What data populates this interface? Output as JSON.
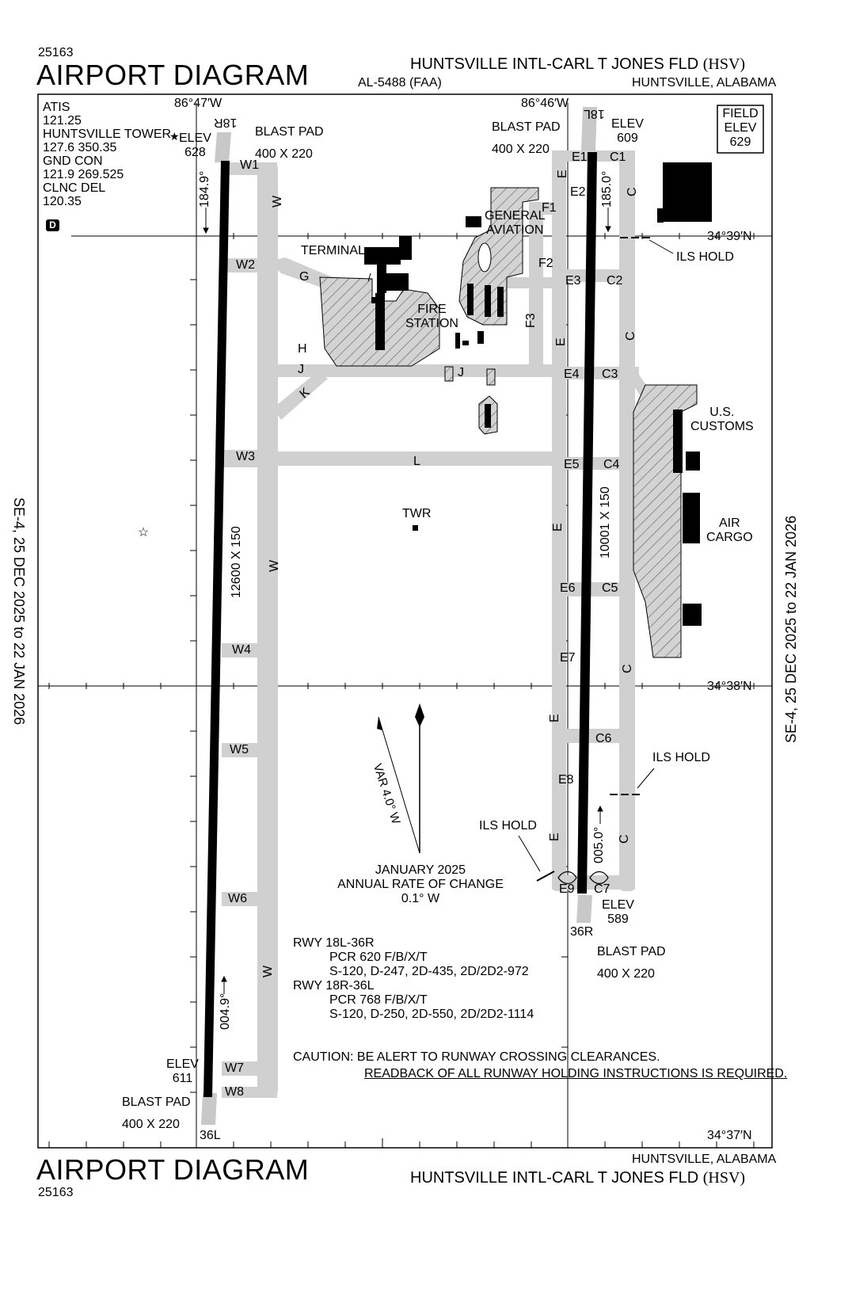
{
  "header": {
    "code_top": "25163",
    "title_top": "AIRPORT DIAGRAM",
    "airport_top": "HUNTSVILLE INTL-CARL T JONES FLD",
    "ident": "(HSV)",
    "al_number": "AL-5488 (FAA)",
    "city_top": "HUNTSVILLE, ALABAMA"
  },
  "footer": {
    "title_bottom": "AIRPORT DIAGRAM",
    "code_bottom": "25163",
    "city_bottom": "HUNTSVILLE, ALABAMA",
    "airport_bottom": "HUNTSVILLE INTL-CARL T JONES FLD",
    "ident": "(HSV)"
  },
  "side": {
    "left": "SE-4,  25 DEC 2025  to  22 JAN 2026",
    "right": "SE-4,  25 DEC 2025  to  22 JAN 2026"
  },
  "comms": {
    "lines": [
      "ATIS",
      "121.25",
      "HUNTSVILLE TOWER",
      "127.6  350.35",
      "GND CON",
      "121.9  269.525",
      "CLNC DEL",
      "120.35"
    ],
    "d_symbol": "D"
  },
  "field_elev": {
    "label1": "FIELD",
    "label2": "ELEV",
    "value": "629"
  },
  "grid": {
    "lon_left": "86°47′W",
    "lon_right": "86°46′W",
    "lat_top": "34°39′N",
    "lat_mid": "34°38′N",
    "lat_bottom": "34°37′N"
  },
  "runway_west": {
    "north_id": "18R",
    "south_id": "36L",
    "size": "12600 X 150",
    "hdg_north": "184.9°",
    "hdg_south": "004.9°",
    "elev_north_label": "ELEV",
    "elev_north": "628",
    "elev_south_label": "ELEV",
    "elev_south": "611"
  },
  "runway_east": {
    "north_id": "18L",
    "south_id": "36R",
    "size": "10001 X 150",
    "hdg_north": "185.0°",
    "hdg_south": "005.0°",
    "elev_north_label": "ELEV",
    "elev_north": "609",
    "elev_south_label": "ELEV",
    "elev_south": "589"
  },
  "blast_pads": [
    {
      "label": "BLAST PAD",
      "size": "400 X 220"
    },
    {
      "label": "BLAST PAD",
      "size": "400 X 220"
    },
    {
      "label": "BLAST PAD",
      "size": "400 X 220"
    },
    {
      "label": "BLAST PAD",
      "size": "400 X 220"
    }
  ],
  "taxiways": {
    "W1": "W1",
    "W2": "W2",
    "W3": "W3",
    "W4": "W4",
    "W5": "W5",
    "W6": "W6",
    "W7": "W7",
    "W8": "W8",
    "W": "W",
    "C1": "C1",
    "C2": "C2",
    "C3": "C3",
    "C4": "C4",
    "C5": "C5",
    "C6": "C6",
    "C7": "C7",
    "C": "C",
    "E1": "E1",
    "E2": "E2",
    "E3": "E3",
    "E4": "E4",
    "E5": "E5",
    "E6": "E6",
    "E7": "E7",
    "E8": "E8",
    "E9": "E9",
    "E": "E",
    "F1": "F1",
    "F2": "F2",
    "F3": "F3",
    "G": "G",
    "H": "H",
    "J": "J",
    "K": "K",
    "L": "L"
  },
  "labels": {
    "terminal": "TERMINAL",
    "fire1": "FIRE",
    "fire2": "STATION",
    "ga1": "GENERAL",
    "ga2": "AVIATION",
    "customs1": "U.S.",
    "customs2": "CUSTOMS",
    "cargo1": "AIR",
    "cargo2": "CARGO",
    "twr": "TWR",
    "ils_hold": "ILS HOLD"
  },
  "magvar": {
    "var": "VAR 4.0° W",
    "line1": "JANUARY 2025",
    "line2": "ANNUAL RATE OF CHANGE",
    "line3": "0.1° W"
  },
  "pcn": {
    "lines": [
      "RWY 18L-36R",
      "PCR 620 F/B/X/T",
      "S-120, D-247, 2D-435, 2D/2D2-972",
      "RWY 18R-36L",
      "PCR 768 F/B/X/T",
      "S-120, D-250, 2D-550, 2D/2D2-1114"
    ]
  },
  "caution": {
    "line1": "CAUTION: BE ALERT TO RUNWAY CROSSING CLEARANCES.",
    "line2": "READBACK OF ALL RUNWAY HOLDING INSTRUCTIONS IS REQUIRED."
  }
}
